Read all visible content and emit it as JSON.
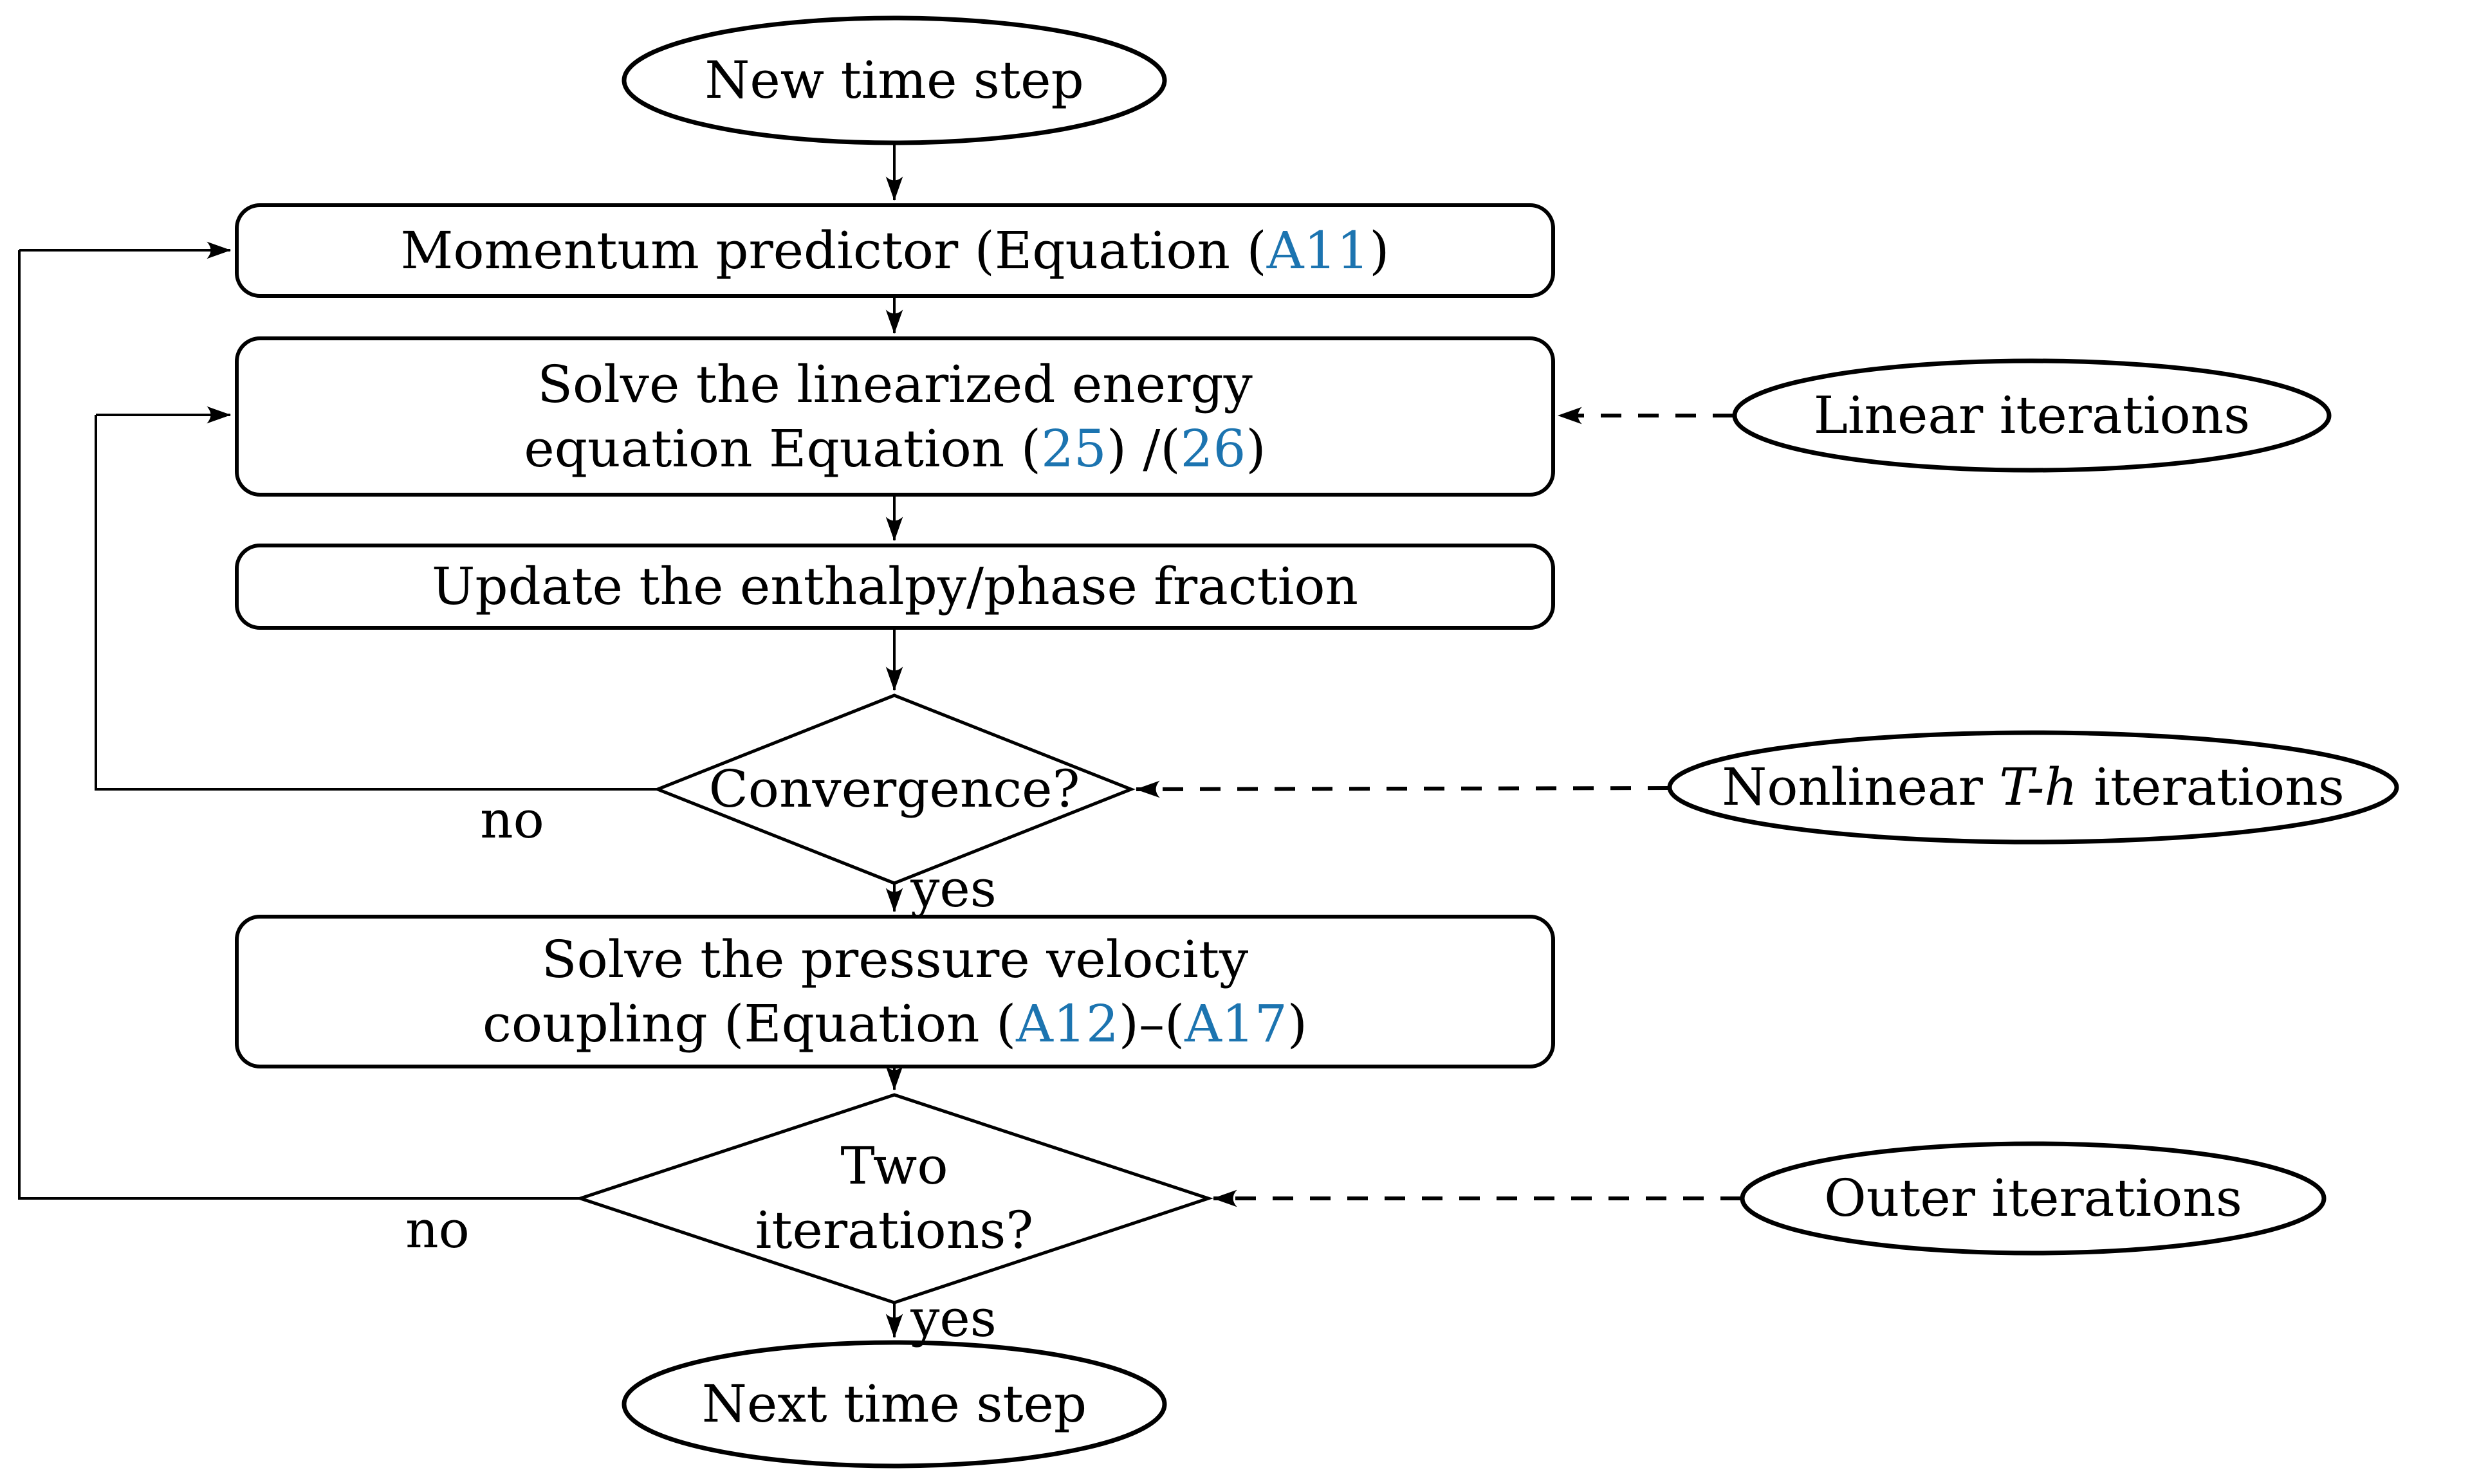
{
  "colors": {
    "accent_blue": "#1C74B0",
    "stroke_black": "#000000",
    "bg": "#FFFFFF"
  },
  "nodes": {
    "start": "New time step",
    "momentum": {
      "pre": "Momentum predictor (Equation (",
      "ref1": "A11",
      "post": ")"
    },
    "energy": {
      "line1": "Solve the linearized energy",
      "pre": "equation Equation (",
      "ref1": "25",
      "mid": ") /(",
      "ref2": "26",
      "post": ")"
    },
    "update": "Update the enthalpy/phase fraction",
    "convergence": "Convergence?",
    "pressure": {
      "line1": "Solve the pressure velocity",
      "pre": "coupling (Equation (",
      "ref1": "A12",
      "mid": ")–(",
      "ref2": "A17",
      "post": ")"
    },
    "iterations": {
      "line1": "Two",
      "line2": "iterations?"
    },
    "end": "Next time step"
  },
  "annotations": {
    "linear": "Linear iterations",
    "nonlinear": {
      "pre": "Nonlinear ",
      "italic": "T-h",
      "post": " iterations"
    },
    "outer": "Outer iterations"
  },
  "edge_labels": {
    "convergence_no": "no",
    "convergence_yes": "yes",
    "iterations_no": "no",
    "iterations_yes": "yes"
  }
}
